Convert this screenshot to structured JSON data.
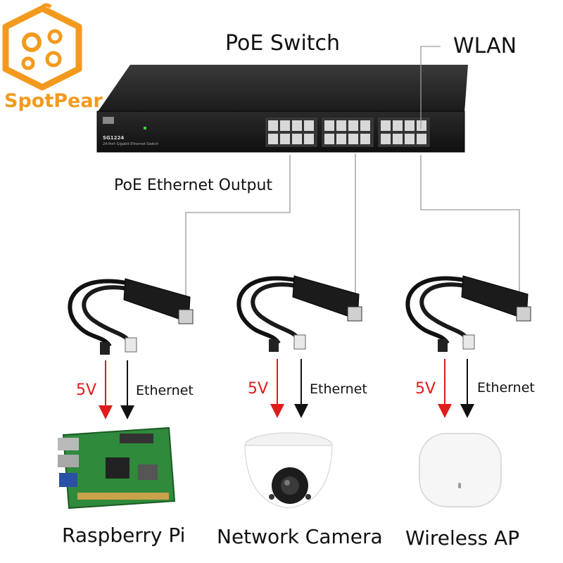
{
  "brand": {
    "name": "SpotPear",
    "color": "#f39a1e"
  },
  "switch": {
    "title": "PoE Switch",
    "model": "SG1224",
    "caption": "24-Port Gigabit Ethernet Switch",
    "wlan_label": "WLAN",
    "output_label": "PoE Ethernet Output"
  },
  "splitters": [
    {
      "power_label": "5V",
      "data_label": "Ethernet"
    },
    {
      "power_label": "5V",
      "data_label": "Ethernet"
    },
    {
      "power_label": "5V",
      "data_label": "Ethernet"
    }
  ],
  "devices": [
    {
      "name": "Raspberry Pi",
      "icon": "raspberry-pi-board-icon"
    },
    {
      "name": "Network Camera",
      "icon": "dome-camera-icon"
    },
    {
      "name": "Wireless AP",
      "icon": "wireless-ap-icon"
    }
  ],
  "colors": {
    "power_arrow": "#e01b1b",
    "data_arrow": "#111111",
    "connector_line": "#9a9a9a"
  }
}
